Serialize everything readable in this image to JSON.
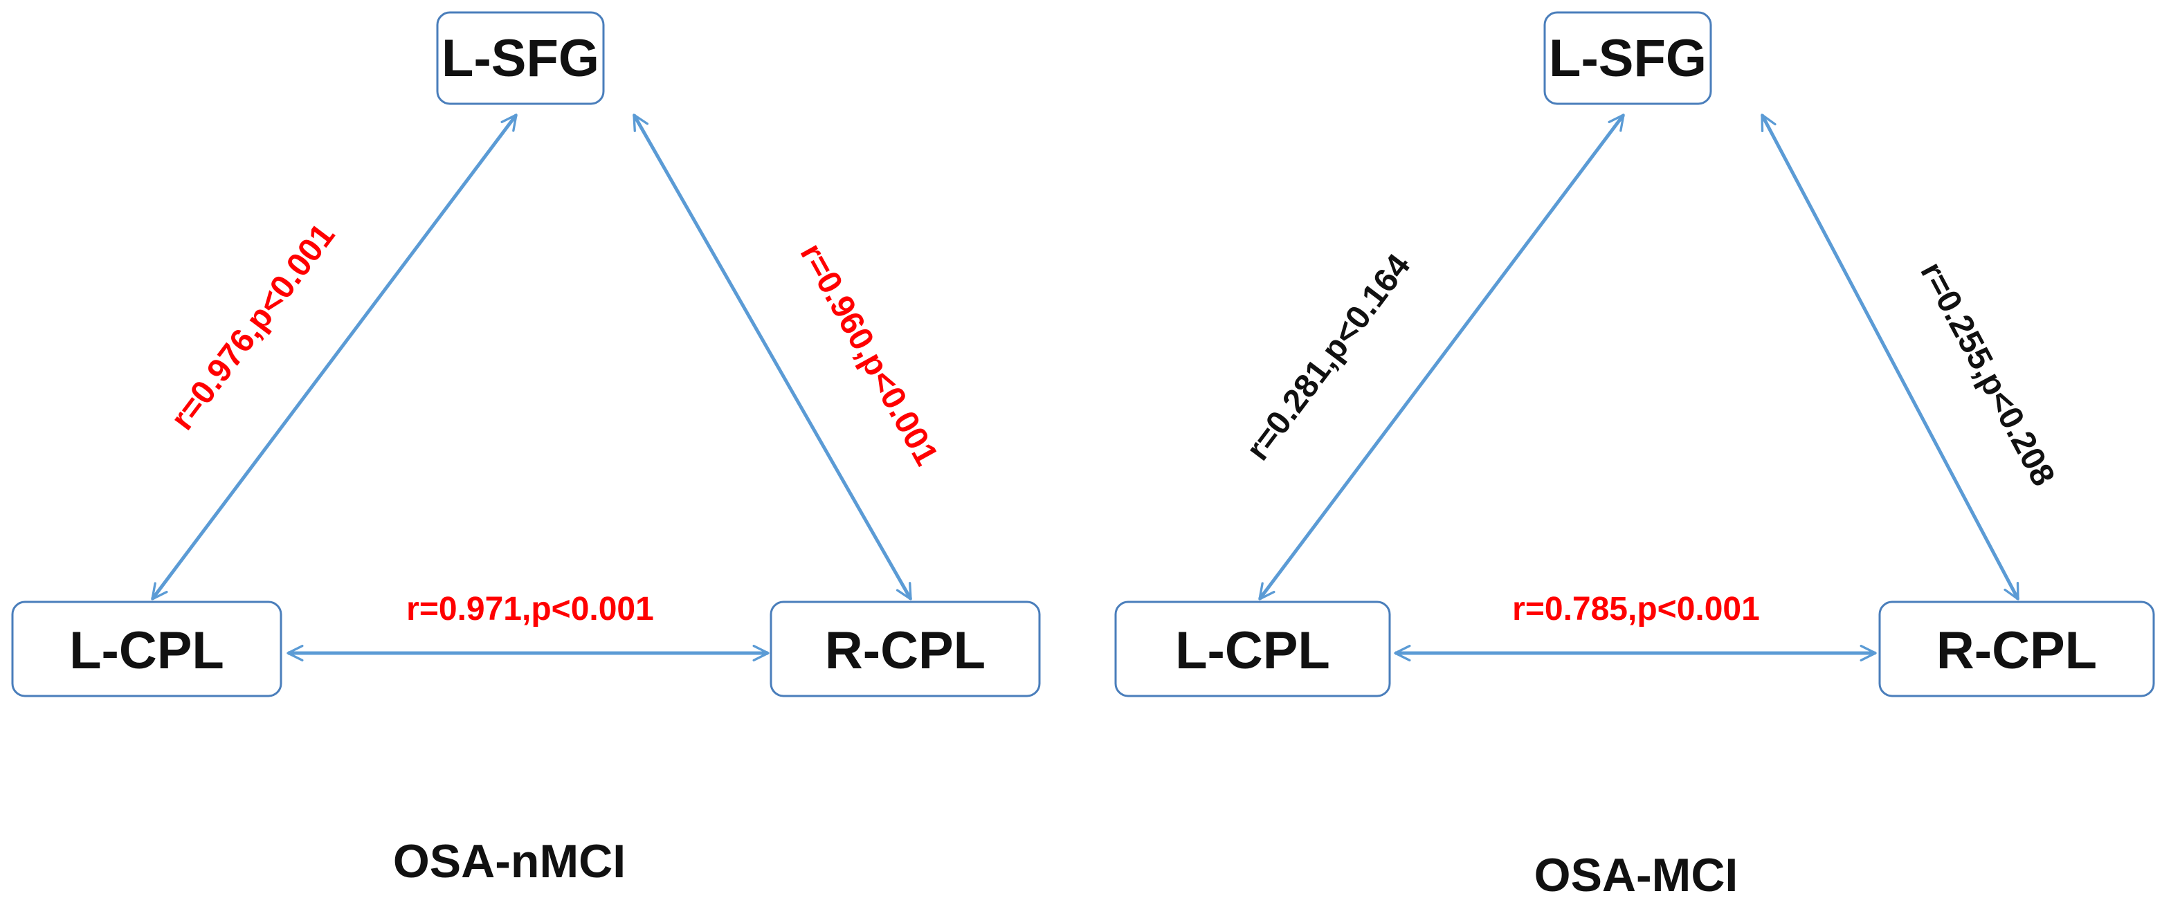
{
  "colors": {
    "significant": "#ff0000",
    "non_significant": "#111111",
    "arrow": "#5b9bd5",
    "node_border": "#4a7ebb"
  },
  "panels": [
    {
      "title": "OSA-nMCI",
      "nodes": {
        "top": "L-SFG",
        "left": "L-CPL",
        "right": "R-CPL"
      },
      "edges": {
        "top_left": {
          "label": "r=0.976,p<0.001",
          "significant": true
        },
        "top_right": {
          "label": "r=0.960,p<0.001",
          "significant": true
        },
        "left_right": {
          "label": "r=0.971,p<0.001",
          "significant": true
        }
      }
    },
    {
      "title": "OSA-MCI",
      "nodes": {
        "top": "L-SFG",
        "left": "L-CPL",
        "right": "R-CPL"
      },
      "edges": {
        "top_left": {
          "label": "r=0.281,p<0.164",
          "significant": false
        },
        "top_right": {
          "label": "r=0.255,p<0.208",
          "significant": false
        },
        "left_right": {
          "label": "r=0.785,p<0.001",
          "significant": true
        }
      }
    }
  ]
}
